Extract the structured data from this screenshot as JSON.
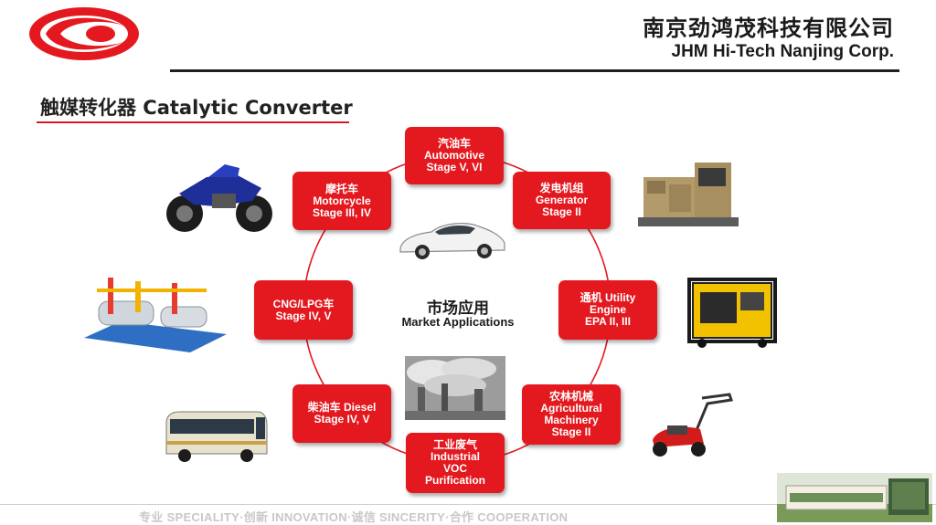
{
  "header": {
    "company_cn": "南京劲鸿茂科技有限公司",
    "company_en": "JHM Hi-Tech Nanjing Corp."
  },
  "page_title": "触媒转化器 Catalytic Converter",
  "center": {
    "title_cn": "市场应用",
    "title_en": "Market Applications"
  },
  "applications": [
    {
      "line1": "汽油车",
      "line2": "Automotive",
      "line3": "Stage V, VI"
    },
    {
      "line1": "发电机组",
      "line2": "Generator",
      "line3": "Stage II"
    },
    {
      "line1": "通机 Utility",
      "line2": "Engine",
      "line3": "EPA II, III"
    },
    {
      "line1": "农林机械",
      "line2": "Agricultural",
      "line3": "Machinery",
      "line4": "Stage II"
    },
    {
      "line1": "工业废气",
      "line2": "Industrial",
      "line3": "VOC",
      "line4": "Purification"
    },
    {
      "line1": "柴油车 Diesel",
      "line2": "Stage IV, V"
    },
    {
      "line1": "CNG/LPG车",
      "line2": "Stage IV, V"
    },
    {
      "line1": "摩托车",
      "line2": "Motorcycle",
      "line3": "Stage III, IV"
    }
  ],
  "footer": {
    "motto": "专业 SPECIALITY·创新 INNOVATION·诚信 SINCERITY·合作 COOPERATION"
  },
  "colors": {
    "accent_red": "#e3191f",
    "ring_red": "#e3191f",
    "header_rule": "#1f1f1f",
    "motto_gray": "#c8c8c8"
  },
  "icons": [
    "company-logo",
    "motorcycle-photo",
    "car-photo",
    "generator-set-photo",
    "portable-generator-photo",
    "gas-skid-photo",
    "factory-smoke-photo",
    "bus-photo",
    "lawn-mower-photo",
    "building-photo"
  ]
}
